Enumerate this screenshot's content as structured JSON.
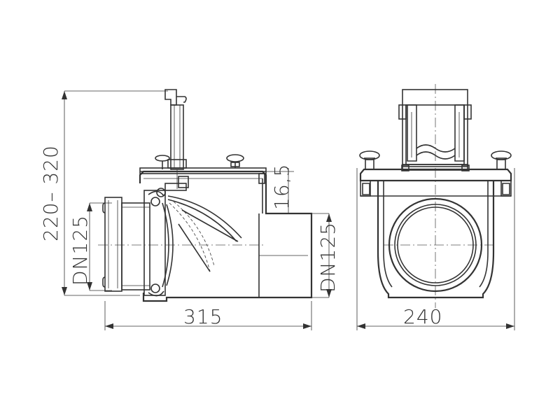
{
  "dimensions": {
    "total_width_side": "315",
    "total_width_front": "240",
    "height_range": "220– 320",
    "inlet_diameter": "DN125",
    "outlet_diameter": "DN125",
    "offset": "16,5"
  }
}
